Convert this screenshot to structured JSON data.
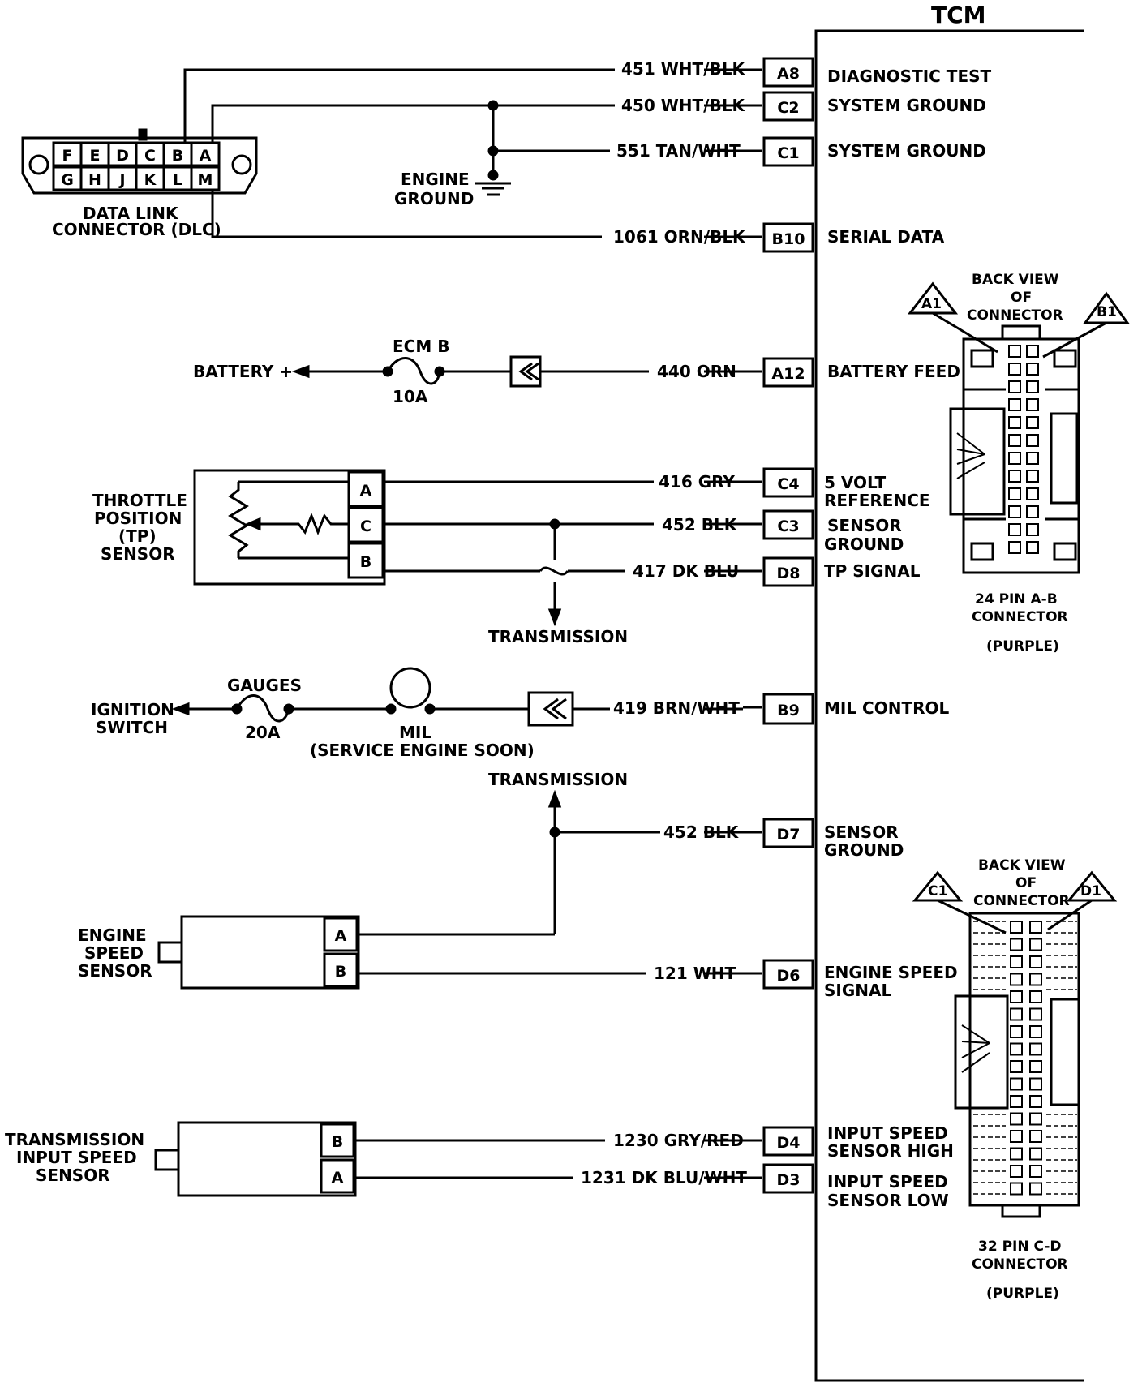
{
  "tcm": {
    "title": "TCM"
  },
  "dlc": {
    "label_line1": "DATA LINK",
    "label_line2": "CONNECTOR (DLC)",
    "top_pins": [
      "F",
      "E",
      "D",
      "C",
      "B",
      "A"
    ],
    "bottom_pins": [
      "G",
      "H",
      "J",
      "K",
      "L",
      "M"
    ]
  },
  "engine_ground": {
    "line1": "ENGINE",
    "line2": "GROUND"
  },
  "circuits": [
    {
      "wire": "451 WHT/BLK",
      "pin": "A8",
      "fn1": "DIAGNOSTIC TEST",
      "fn2": ""
    },
    {
      "wire": "450 WHT/BLK",
      "pin": "C2",
      "fn1": "SYSTEM GROUND",
      "fn2": ""
    },
    {
      "wire": "551 TAN/WHT",
      "pin": "C1",
      "fn1": "SYSTEM GROUND",
      "fn2": ""
    },
    {
      "wire": "1061 ORN/BLK",
      "pin": "B10",
      "fn1": "SERIAL DATA",
      "fn2": ""
    },
    {
      "wire": "440 ORN",
      "pin": "A12",
      "fn1": "BATTERY FEED",
      "fn2": ""
    },
    {
      "wire": "416 GRY",
      "pin": "C4",
      "fn1": "5 VOLT",
      "fn2": "REFERENCE"
    },
    {
      "wire": "452 BLK",
      "pin": "C3",
      "fn1": "SENSOR",
      "fn2": "GROUND"
    },
    {
      "wire": "417 DK BLU",
      "pin": "D8",
      "fn1": "TP SIGNAL",
      "fn2": ""
    },
    {
      "wire": "419 BRN/WHT",
      "pin": "B9",
      "fn1": "MIL CONTROL",
      "fn2": ""
    },
    {
      "wire": "452 BLK",
      "pin": "D7",
      "fn1": "SENSOR",
      "fn2": "GROUND"
    },
    {
      "wire": "121 WHT",
      "pin": "D6",
      "fn1": "ENGINE SPEED",
      "fn2": "SIGNAL"
    },
    {
      "wire": "1230 GRY/RED",
      "pin": "D4",
      "fn1": "INPUT SPEED",
      "fn2": "SENSOR HIGH"
    },
    {
      "wire": "1231 DK BLU/WHT",
      "pin": "D3",
      "fn1": "INPUT SPEED",
      "fn2": "SENSOR LOW"
    }
  ],
  "battery": {
    "label": "BATTERY +"
  },
  "ecm_fuse": {
    "name": "ECM B",
    "rating": "10A"
  },
  "tp_sensor": {
    "line1": "THROTTLE",
    "line2": "POSITION",
    "line3": "(TP)",
    "line4": "SENSOR",
    "pins": [
      "A",
      "C",
      "B"
    ]
  },
  "transmission_1": "TRANSMISSION",
  "transmission_2": "TRANSMISSION",
  "ignition": {
    "line1": "IGNITION",
    "line2": "SWITCH"
  },
  "gauges_fuse": {
    "name": "GAUGES",
    "rating": "20A"
  },
  "mil": {
    "line1": "MIL",
    "line2": "(SERVICE ENGINE SOON)"
  },
  "engine_speed_sensor": {
    "line1": "ENGINE",
    "line2": "SPEED",
    "line3": "SENSOR",
    "pins": [
      "A",
      "B"
    ]
  },
  "input_speed_sensor": {
    "line1": "TRANSMISSION",
    "line2": "INPUT SPEED",
    "line3": "SENSOR",
    "pins": [
      "B",
      "A"
    ]
  },
  "connector_ab": {
    "header1": "BACK VIEW",
    "header2": "OF",
    "header3": "CONNECTOR",
    "tag_left": "A1",
    "tag_right": "B1",
    "name1": "24 PIN  A-B",
    "name2": "CONNECTOR",
    "color": "(PURPLE)"
  },
  "connector_cd": {
    "header1": "BACK VIEW",
    "header2": "OF",
    "header3": "CONNECTOR",
    "tag_left": "C1",
    "tag_right": "D1",
    "name1": "32  PIN C-D",
    "name2": "CONNECTOR",
    "color": "(PURPLE)"
  }
}
